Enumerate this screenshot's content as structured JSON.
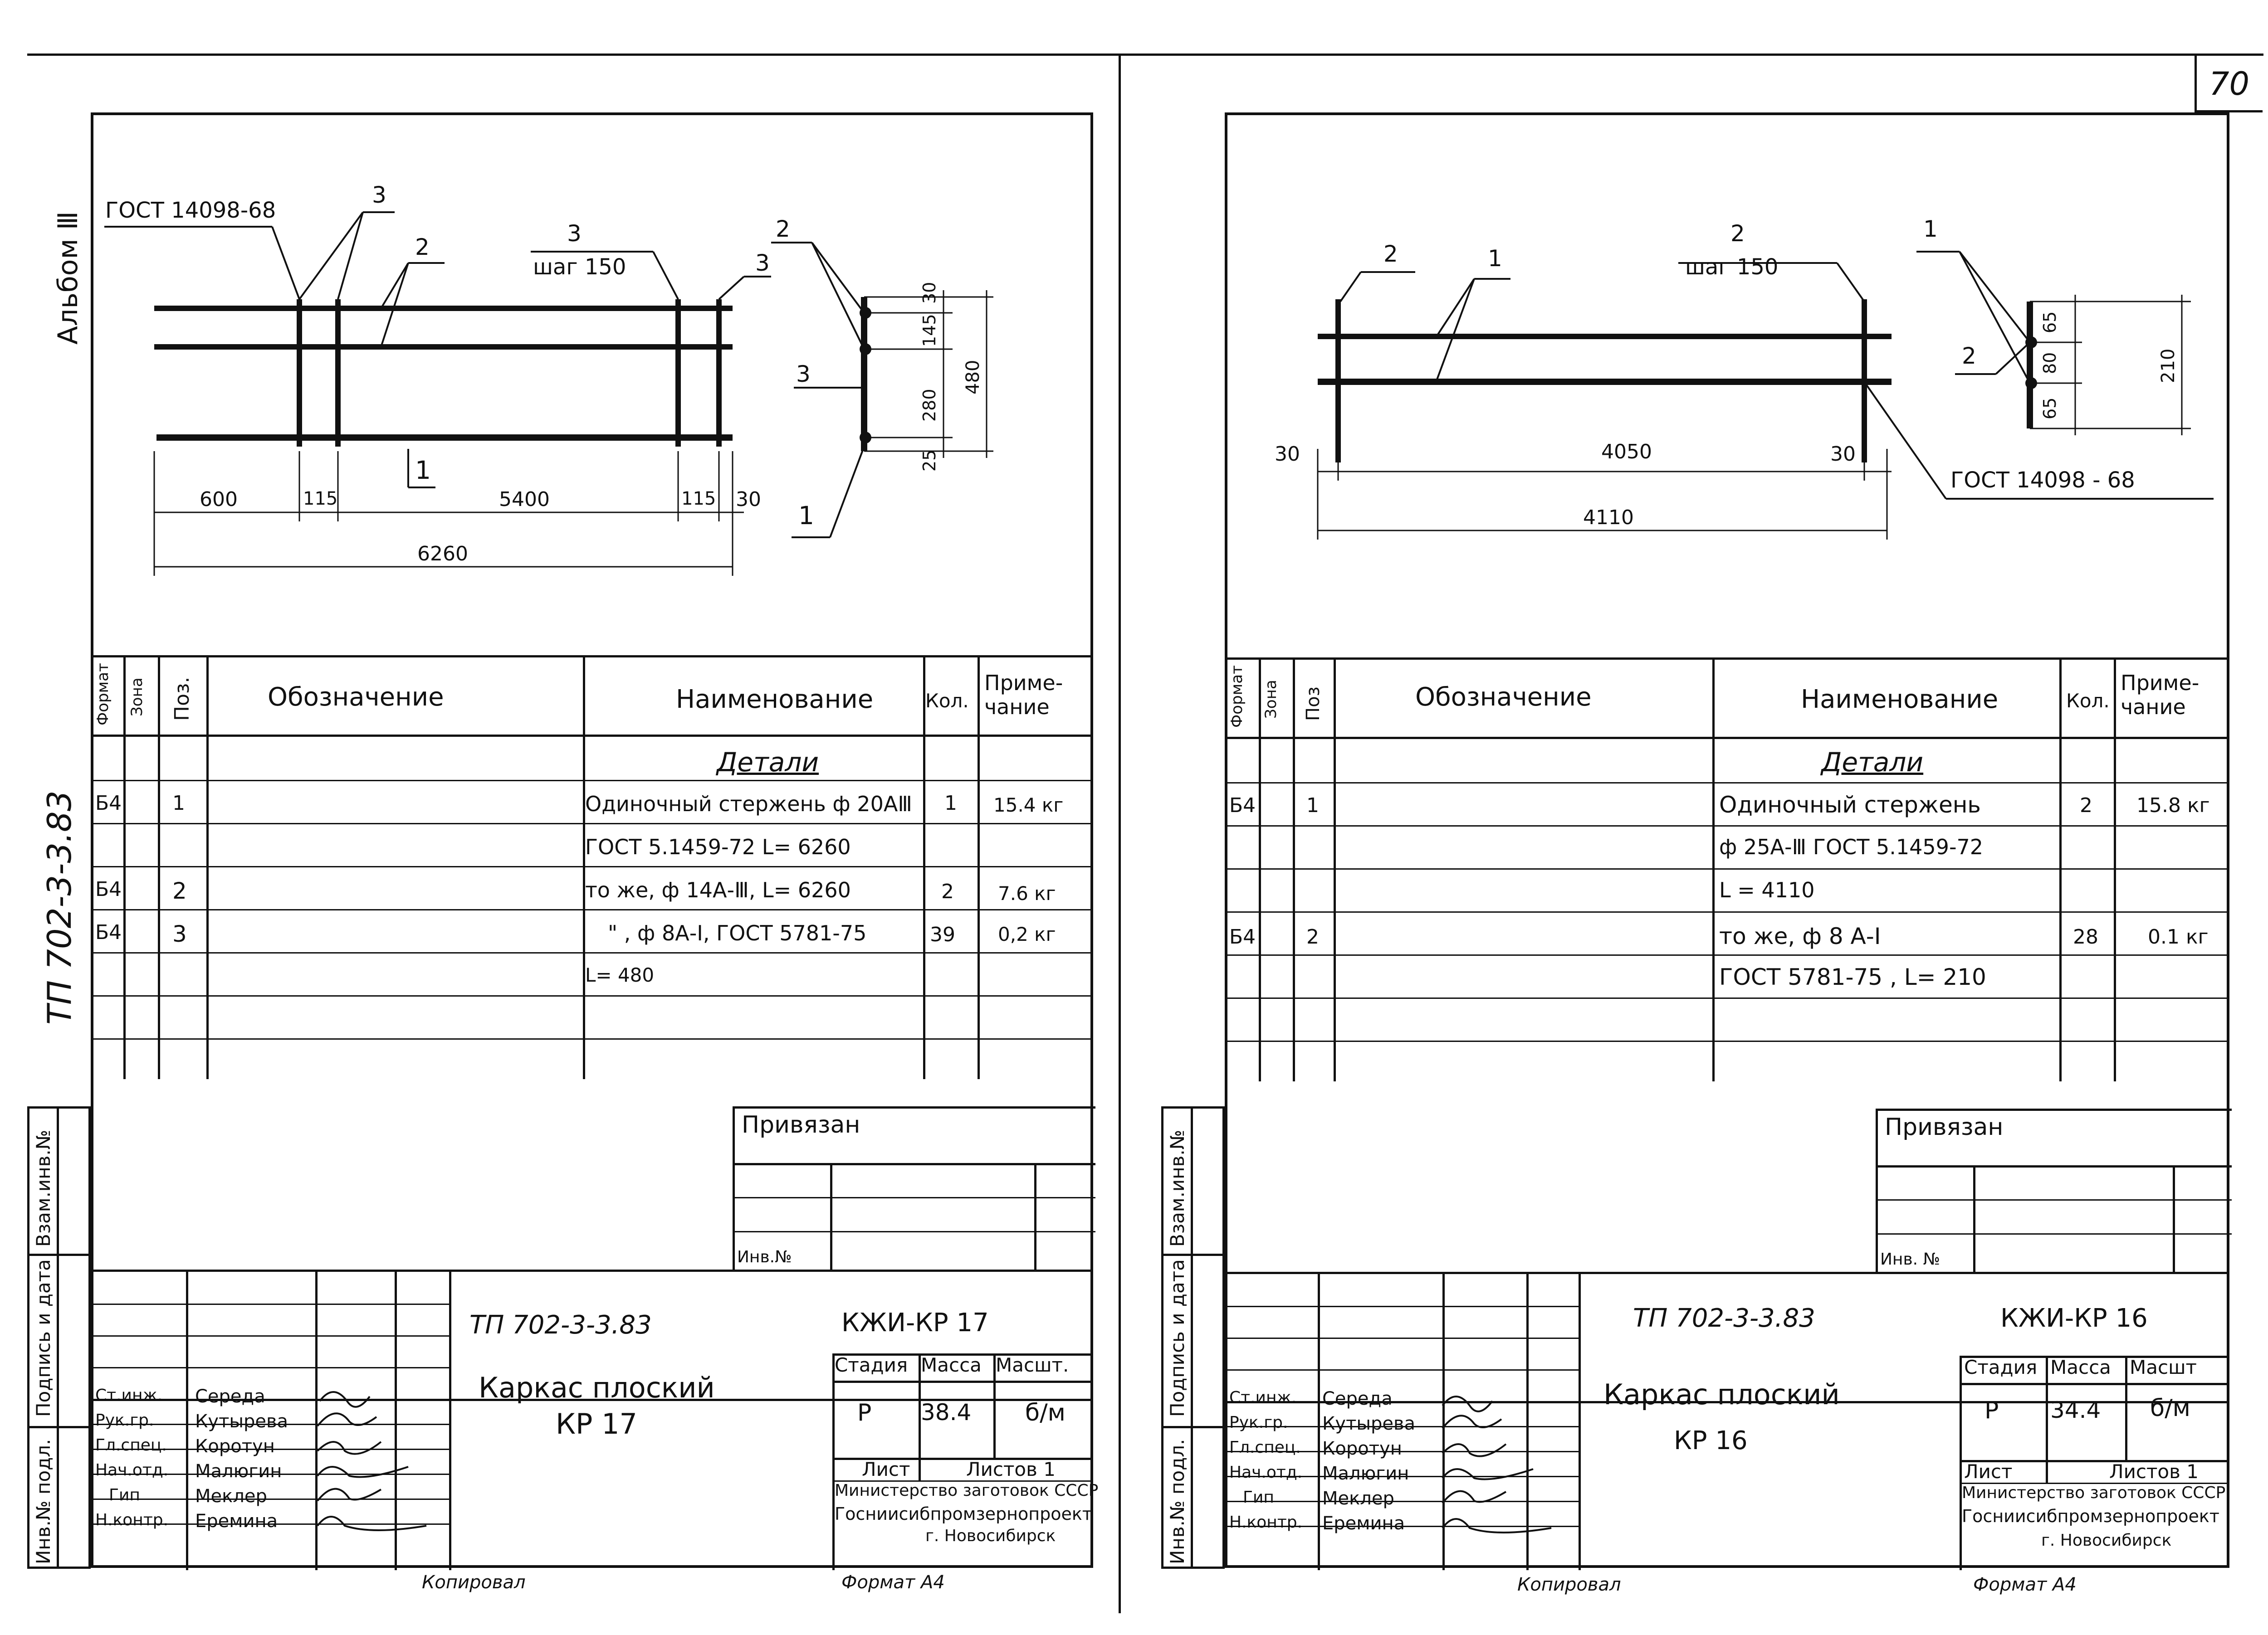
{
  "page_number": "70",
  "left": {
    "vertical_side": {
      "album": "Альбом Ⅲ",
      "project": "ТП 702-3-3.83"
    },
    "drawing": {
      "gost_label": "ГОСТ 14098-68",
      "pos_labels": [
        "3",
        "2",
        "3",
        "шаг 150",
        "3",
        "2",
        "3",
        "1",
        "1"
      ],
      "dims_bottom": [
        "600",
        "115",
        "5400",
        "115",
        "30"
      ],
      "dim_total": "6260",
      "dims_side": [
        "30",
        "145",
        "280",
        "25"
      ],
      "dim_side_total": "480"
    },
    "spec": {
      "headers": {
        "format": "Формат",
        "zone": "Зона",
        "pos": "Поз.",
        "designation": "Обозначение",
        "name": "Наименование",
        "qty": "Кол.",
        "note": "Приме-чание"
      },
      "section": "Детали",
      "rows": [
        {
          "format": "Б4",
          "pos": "1",
          "name": "Одиночный стержень ф 20АⅢ",
          "qty": "1",
          "note": "15.4 кг"
        },
        {
          "format": "",
          "pos": "",
          "name": "ГОСТ 5.1459-72 L= 6260",
          "qty": "",
          "note": ""
        },
        {
          "format": "Б4",
          "pos": "2",
          "name": "то же, ф 14А-Ⅲ, L= 6260",
          "qty": "2",
          "note": "7.6 кг"
        },
        {
          "format": "Б4",
          "pos": "3",
          "name": "\" , ф 8А-Ⅰ, ГОСТ 5781-75",
          "qty": "39",
          "note": "0,2 кг"
        },
        {
          "format": "",
          "pos": "",
          "name": "L= 480",
          "qty": "",
          "note": ""
        }
      ]
    },
    "privyazan": "Привязан",
    "inv_no": "Инв.№",
    "side_stamp": [
      "Инв.№ подл.",
      "Подпись и дата",
      "Взам.инв.№"
    ],
    "title_block": {
      "project": "ТП   702-3-3.83",
      "code": "КЖИ-КР 17",
      "title_line1": "Каркас плоский",
      "title_line2": "КР 17",
      "stage_h": "Стадия",
      "mass_h": "Масса",
      "scale_h": "Масшт.",
      "stage": "Р",
      "mass": "38.4",
      "scale": "б/м",
      "sheet": "Лист",
      "sheets": "Листов 1",
      "org1": "Министерство заготовок СССР",
      "org2": "Госниисибпромзернопроект",
      "org3": "г. Новосибирск",
      "roles": [
        "Ст.инж.",
        "Рук.гр.",
        "Гл.спец.",
        "Нач.отд.",
        "Гип",
        "Н.контр."
      ],
      "names": [
        "Середа",
        "Кутырева",
        "Коротун",
        "Малюгин",
        "Меклер",
        "Еремина"
      ]
    },
    "copied": "Копировал",
    "format": "Формат А4"
  },
  "right": {
    "drawing": {
      "pos_labels": [
        "2",
        "1",
        "2",
        "шаг 150",
        "1",
        "2"
      ],
      "dims_bottom": [
        "30",
        "4050",
        "30"
      ],
      "dim_total": "4110",
      "dims_side": [
        "65",
        "80",
        "65"
      ],
      "dim_side_total": "210",
      "gost_label": "ГОСТ 14098 - 68"
    },
    "spec": {
      "headers": {
        "format": "Формат",
        "zone": "Зона",
        "pos": "Поз",
        "designation": "Обозначение",
        "name": "Наименование",
        "qty": "Кол.",
        "note": "Приме-чание"
      },
      "section": "Детали",
      "rows": [
        {
          "format": "Б4",
          "pos": "1",
          "name": "Одиночный стержень",
          "qty": "2",
          "note": "15.8 кг"
        },
        {
          "format": "",
          "pos": "",
          "name": "ф 25А-Ⅲ ГОСТ 5.1459-72",
          "qty": "",
          "note": ""
        },
        {
          "format": "",
          "pos": "",
          "name": "L = 4110",
          "qty": "",
          "note": ""
        },
        {
          "format": "Б4",
          "pos": "2",
          "name": "то же, ф 8 А-Ⅰ",
          "qty": "28",
          "note": "0.1 кг"
        },
        {
          "format": "",
          "pos": "",
          "name": "ГОСТ 5781-75 , L= 210",
          "qty": "",
          "note": ""
        }
      ]
    },
    "privyazan": "Привязан",
    "inv_no": "Инв. №",
    "side_stamp": [
      "Инв.№ подл.",
      "Подпись и дата",
      "Взам.инв.№"
    ],
    "title_block": {
      "project": "ТП   702-3-3.83",
      "code": "КЖИ-КР 16",
      "title_line1": "Каркас плоский",
      "title_line2": "КР 16",
      "stage_h": "Стадия",
      "mass_h": "Масса",
      "scale_h": "Масшт",
      "stage": "Р",
      "mass": "34.4",
      "scale": "б/м",
      "sheet": "Лист",
      "sheets": "Листов 1",
      "org1": "Министерство заготовок СССР",
      "org2": "Госниисибпромзернопроект",
      "org3": "г. Новосибирск",
      "roles": [
        "Ст.инж.",
        "Рук.гр.",
        "Гл.спец.",
        "Нач.отд.",
        "Гип",
        "Н.контр."
      ],
      "names": [
        "Середа",
        "Кутырева",
        "Коротун",
        "Малюгин",
        "Меклер",
        "Еремина"
      ]
    },
    "copied": "Копировал",
    "format": "Формат А4"
  }
}
